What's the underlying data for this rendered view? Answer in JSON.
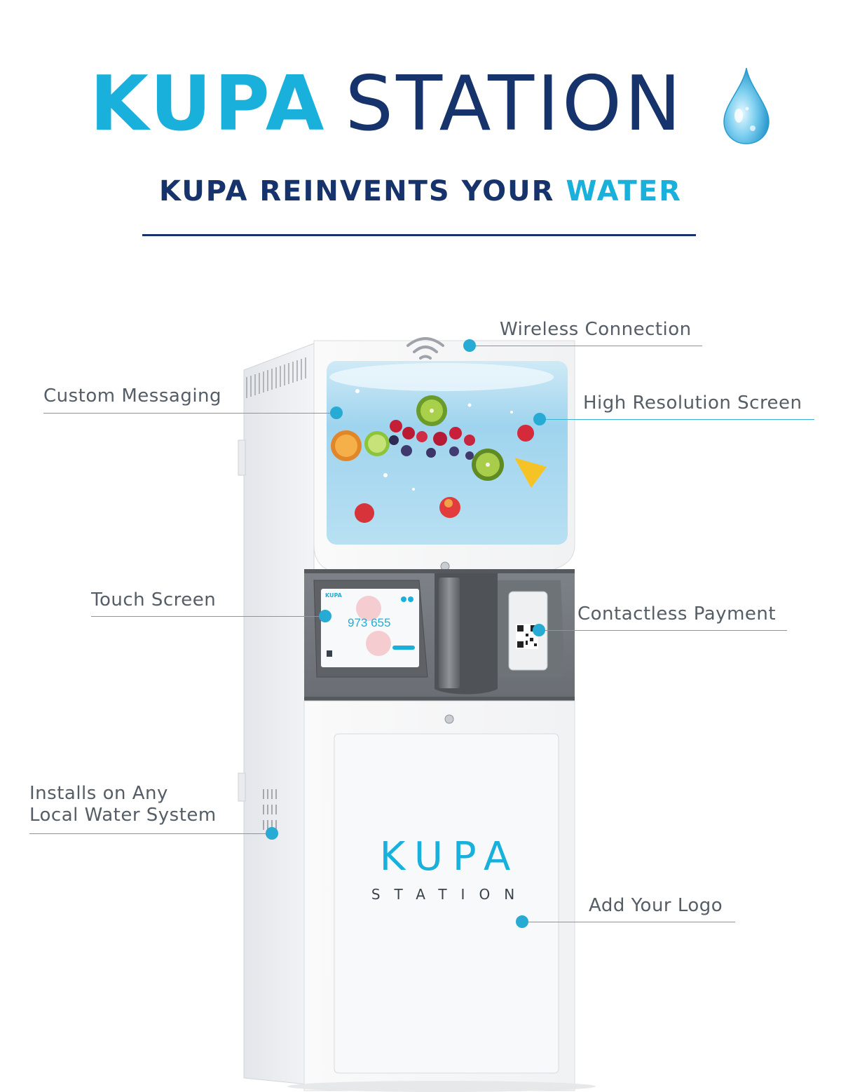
{
  "header": {
    "brand_word1": "KUPA",
    "brand_word2": "STATION",
    "tagline_part1": "KUPA REINVENTS YOUR",
    "tagline_part2": "WATER"
  },
  "callouts": {
    "wireless": "Wireless Connection",
    "custom_messaging": "Custom Messaging",
    "high_res": "High Resolution Screen",
    "touch_screen": "Touch Screen",
    "contactless": "Contactless Payment",
    "installs_line1": "Installs on Any",
    "installs_line2": "Local Water System",
    "add_logo": "Add Your Logo"
  },
  "kiosk": {
    "touch_brand": "KUPA",
    "touch_number": "973 655",
    "cabinet_logo_main": "KUPA",
    "cabinet_logo_sub": "STATION"
  },
  "colors": {
    "brand_cyan": "#1ab0dc",
    "brand_navy": "#17336b",
    "callout_dot": "#27aad3",
    "label_gray": "#555d66"
  },
  "icons": [
    "water-drop-icon",
    "wifi-icon",
    "qr-code-icon"
  ]
}
